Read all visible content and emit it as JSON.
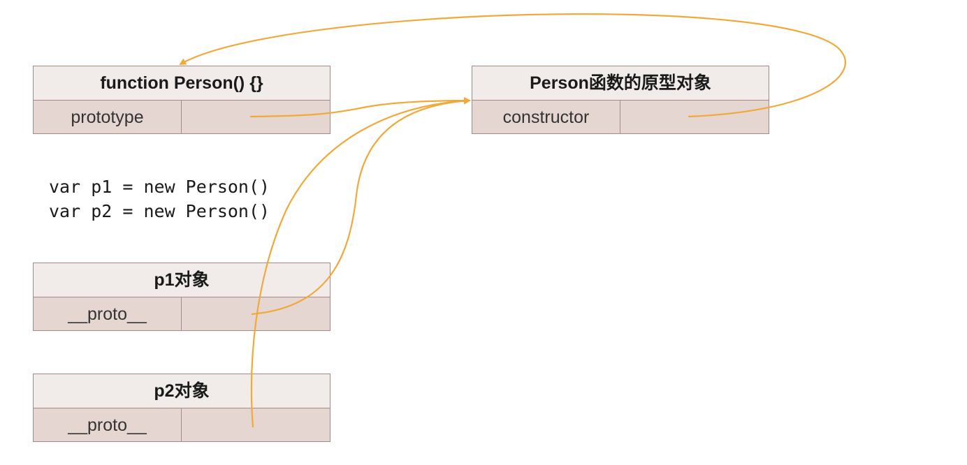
{
  "objects": {
    "person_fn": {
      "title": "function Person() {}",
      "key": "prototype"
    },
    "prototype_obj": {
      "title": "Person函数的原型对象",
      "key": "constructor"
    },
    "p1": {
      "title": "p1对象",
      "key": "__proto__"
    },
    "p2": {
      "title": "p2对象",
      "key": "__proto__"
    }
  },
  "code": {
    "line1": "var p1 = new Person()",
    "line2": "var p2 = new Person()"
  },
  "colors": {
    "arrow": "#f0a93a",
    "title_bg": "#f1ece9",
    "cell_bg": "#e5d6d2",
    "border": "#a58a85"
  }
}
